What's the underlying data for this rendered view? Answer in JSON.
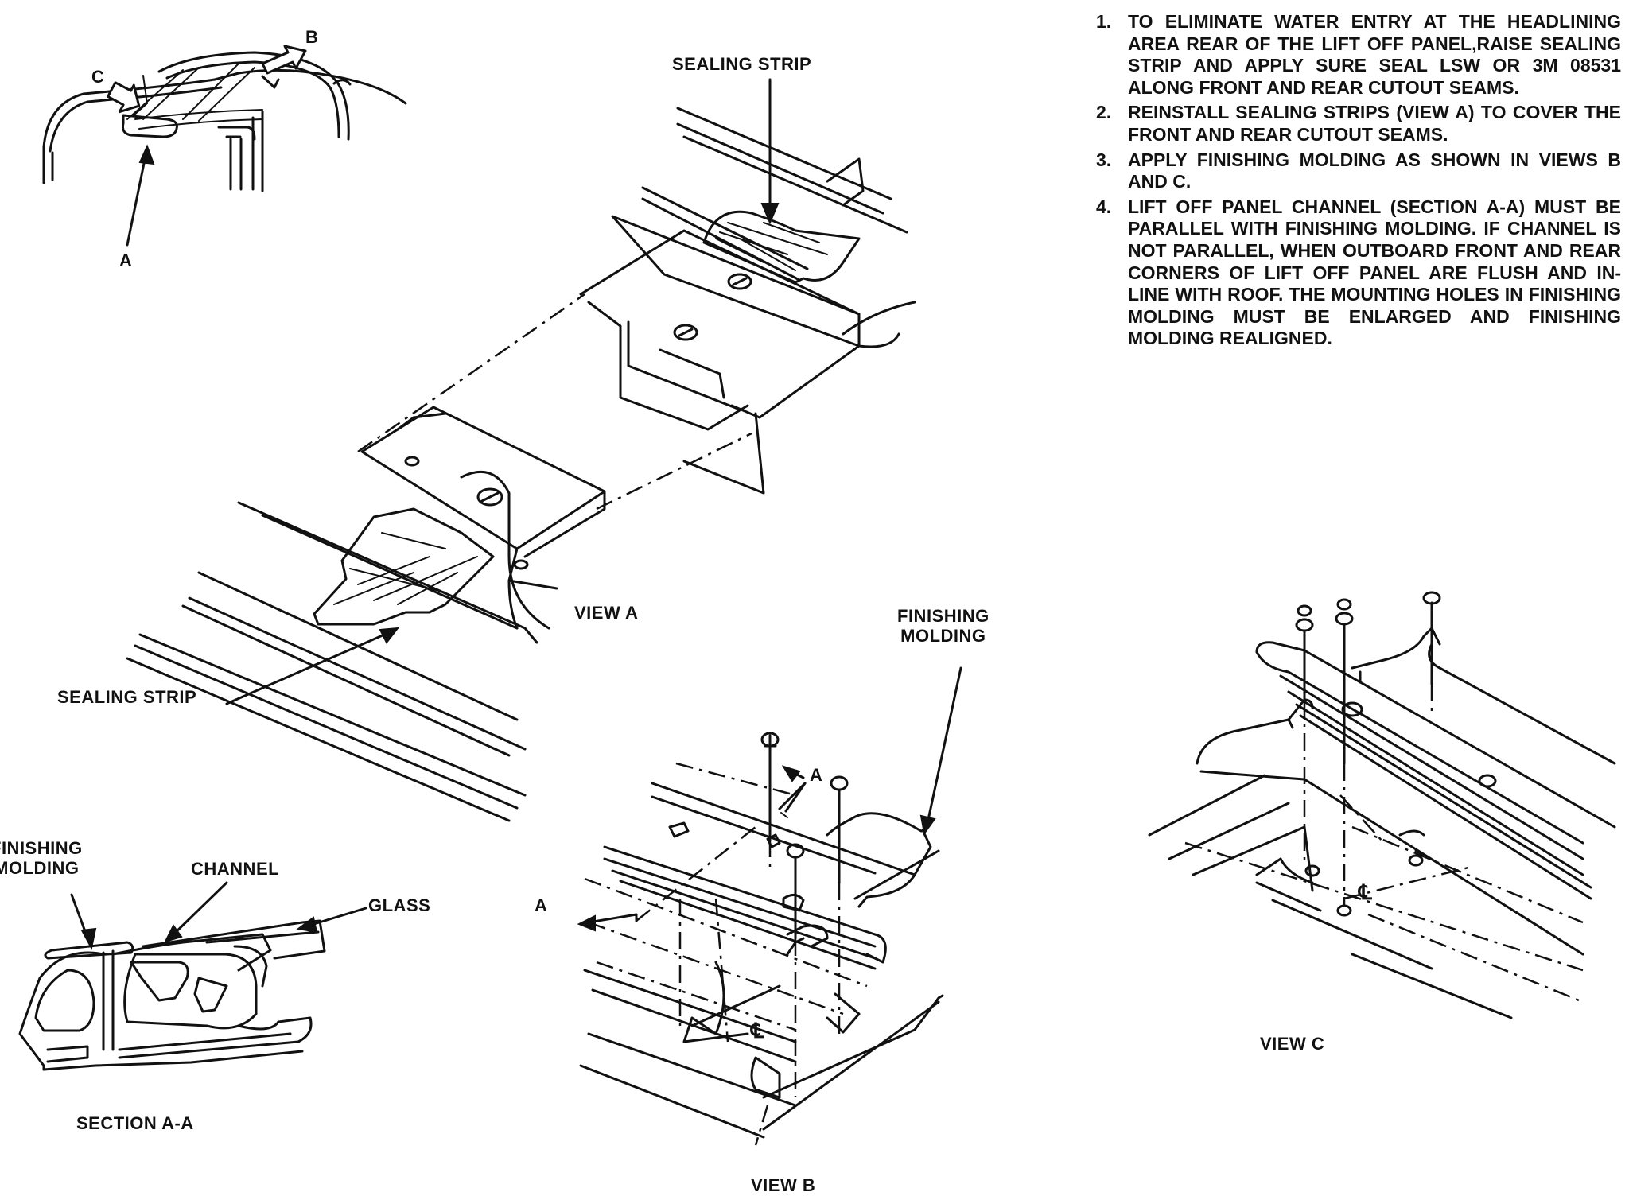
{
  "labels": {
    "arrow_b": "B",
    "arrow_c": "C",
    "point_a": "A",
    "sealing_strip_top": "SEALING STRIP",
    "view_a": "VIEW A",
    "sealing_strip_left": "SEALING STRIP",
    "finishing_molding_center": [
      "FINISHING",
      "MOLDING"
    ],
    "finishing_molding_left": [
      "FINISHING",
      "MOLDING"
    ],
    "channel": "CHANNEL",
    "glass": "GLASS",
    "section_aa": "SECTION A-A",
    "section_a_top": "A",
    "section_a_left": "A",
    "view_b": "VIEW B",
    "view_c": "VIEW C",
    "centerline_b": "℄",
    "centerline_c": "℄"
  },
  "instructions": [
    {
      "num": "1.",
      "text": "TO ELIMINATE WATER ENTRY AT THE HEADLINING AREA REAR OF THE LIFT OFF PANEL,RAISE SEALING STRIP AND APPLY SURE SEAL LSW OR 3M 08531 ALONG FRONT AND REAR CUTOUT SEAMS."
    },
    {
      "num": "2.",
      "text": "REINSTALL SEALING STRIPS (VIEW A) TO COVER THE FRONT AND REAR CUTOUT SEAMS."
    },
    {
      "num": "3.",
      "text": "APPLY FINISHING MOLDING AS SHOWN IN VIEWS B AND C."
    },
    {
      "num": "4.",
      "text": "LIFT OFF PANEL CHANNEL (SECTION A-A) MUST BE PARALLEL WITH FINISHING MOLDING. IF CHANNEL IS NOT PARALLEL, WHEN OUTBOARD FRONT AND REAR CORNERS OF LIFT OFF PANEL ARE FLUSH AND IN-LINE WITH ROOF. THE MOUNTING HOLES IN FINISHING MOLDING MUST BE ENLARGED AND FINISHING MOLDING REALIGNED."
    }
  ]
}
